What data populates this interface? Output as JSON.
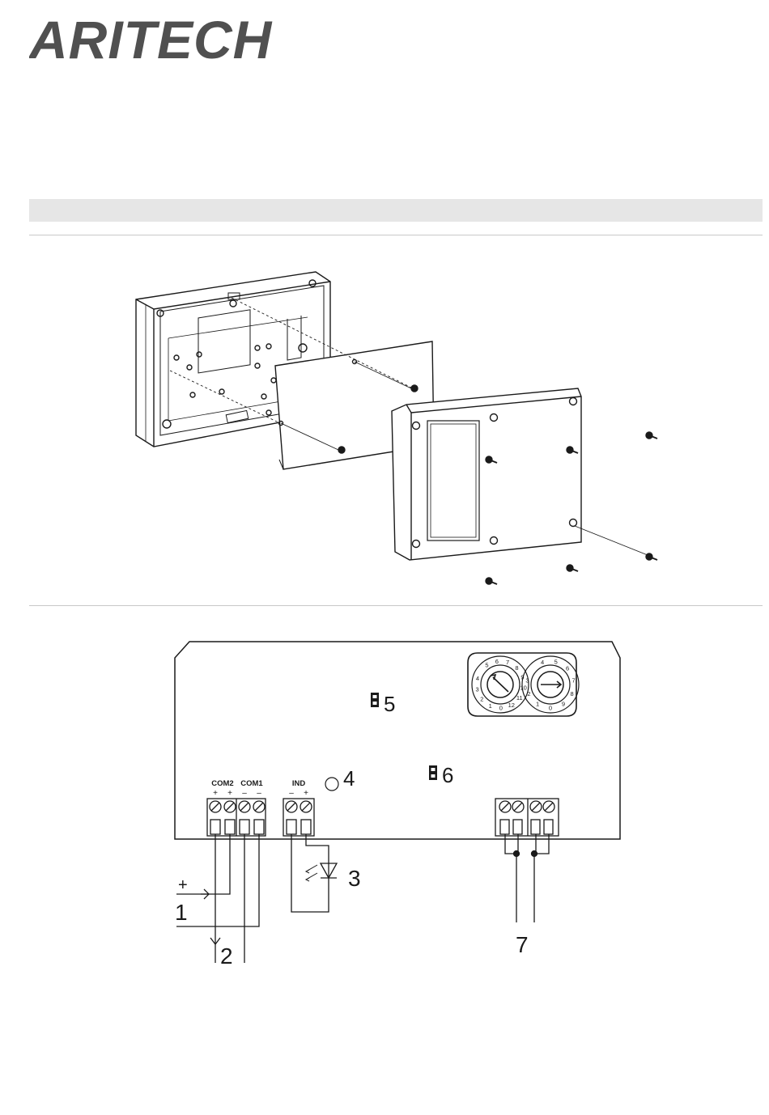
{
  "brand": {
    "logo_text": "ARITECH"
  },
  "wiring": {
    "terminal_groups": [
      {
        "label": "COM2",
        "polarity": [
          "+",
          "+"
        ]
      },
      {
        "label": "COM1",
        "polarity": [
          "–",
          "–"
        ]
      },
      {
        "label": "IND",
        "polarity": [
          "–",
          "+"
        ]
      }
    ],
    "callouts": [
      "1",
      "2",
      "3",
      "4",
      "5",
      "6",
      "7"
    ],
    "supply_mark": "+",
    "rotary_left_digits": [
      "5",
      "6",
      "7",
      "8",
      "9",
      "10",
      "11",
      "12",
      "0",
      "1",
      "2",
      "3",
      "4"
    ],
    "rotary_right_digits": [
      "4",
      "5",
      "6",
      "7",
      "8",
      "9",
      "0",
      "1",
      "2",
      "3"
    ]
  },
  "colors": {
    "ink": "#1a1a1a",
    "logo": "#505050",
    "bar": "#e6e6e6"
  }
}
